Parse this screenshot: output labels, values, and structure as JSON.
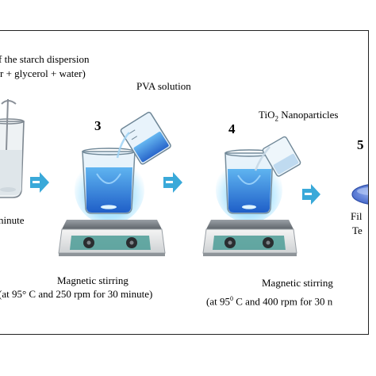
{
  "labels": {
    "step1_line1": "f the starch dispersion",
    "step1_line2": "r + glycerol + water)",
    "step1_time": "ninute",
    "pva_solution": "PVA solution",
    "step3_number": "3",
    "step3_process": "Magnetic stirring",
    "step3_conditions": "(at 95° C and 250 rpm for 30 minute)",
    "tio2_prefix": "TiO",
    "tio2_sub": "2",
    "tio2_suffix": " Nanoparticles",
    "step4_number": "4",
    "step4_process": "Magnetic stirring",
    "step4_conditions_a": "(at 95",
    "step4_conditions_deg": "0",
    "step4_conditions_b": " C and 400 rpm for 30 n",
    "step5_number": "5",
    "step5_line1": "Fil",
    "step5_line2": "Te"
  },
  "colors": {
    "arrow": "#3aa9d9",
    "liquid": "#2f7fd8",
    "glow": "#6fd0ff",
    "stirrer_body": "#e6e6e6",
    "stirrer_panel": "#4c9c96",
    "film": "#4a6fd0"
  },
  "icons": [
    "beaker-icon",
    "pour-beaker-icon",
    "magnetic-stirrer-icon",
    "arrow-icon",
    "film-dish-icon"
  ]
}
